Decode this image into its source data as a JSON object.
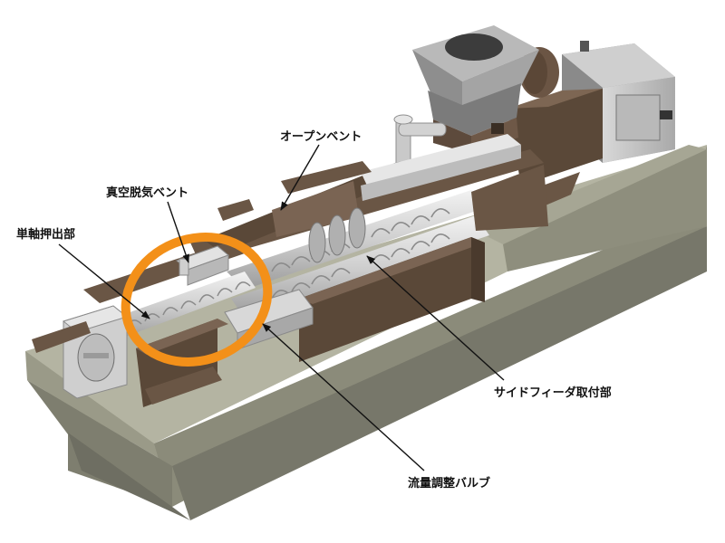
{
  "labels": {
    "open_vent": "オープンベント",
    "vacuum_vent": "真空脱気ベント",
    "single_screw": "単軸押出部",
    "side_feeder": "サイドフィーダ取付部",
    "flow_valve": "流量調整バルブ"
  },
  "colors": {
    "highlight_ring": "#f39019",
    "base": "#9c9c8c",
    "barrel_brown": "#5d4a3c",
    "screw": "#dcdcdc",
    "leader": "#111111"
  }
}
